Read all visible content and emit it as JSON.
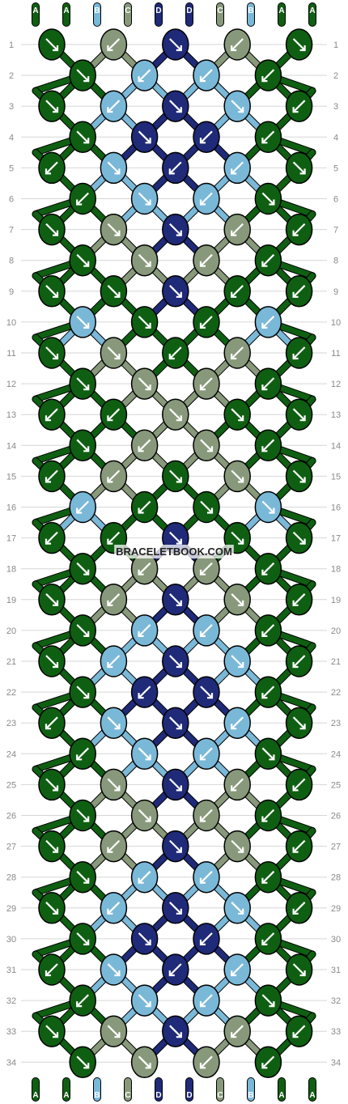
{
  "site": {
    "watermark": "BRACELETBOOK.COM"
  },
  "palette": {
    "A": "#0f5f12",
    "B": "#7ab8d8",
    "C": "#87997a",
    "D": "#1f2a78"
  },
  "strands": {
    "top": [
      "A",
      "A",
      "B",
      "C",
      "D",
      "D",
      "C",
      "B",
      "A",
      "A"
    ],
    "bottom": [
      "A",
      "A",
      "B",
      "C",
      "D",
      "D",
      "C",
      "B",
      "A",
      "A"
    ]
  },
  "rows": [
    {
      "num": "1",
      "knots": [
        [
          "A",
          "r"
        ],
        [
          "C",
          "l"
        ],
        [
          "D",
          "r"
        ],
        [
          "C",
          "l"
        ],
        [
          "A",
          "r"
        ]
      ]
    },
    {
      "num": "2",
      "knots": [
        [
          "A",
          "r"
        ],
        [
          "B",
          "l"
        ],
        [
          "B",
          "l"
        ],
        [
          "A",
          "l"
        ]
      ]
    },
    {
      "num": "3",
      "knots": [
        [
          "A",
          "r"
        ],
        [
          "B",
          "l"
        ],
        [
          "D",
          "r"
        ],
        [
          "B",
          "r"
        ],
        [
          "A",
          "l"
        ]
      ]
    },
    {
      "num": "4",
      "knots": [
        [
          "A",
          "r"
        ],
        [
          "D",
          "r"
        ],
        [
          "D",
          "l"
        ],
        [
          "A",
          "l"
        ]
      ]
    },
    {
      "num": "5",
      "knots": [
        [
          "A",
          "l"
        ],
        [
          "B",
          "r"
        ],
        [
          "D",
          "l"
        ],
        [
          "B",
          "l"
        ],
        [
          "A",
          "r"
        ]
      ]
    },
    {
      "num": "6",
      "knots": [
        [
          "A",
          "l"
        ],
        [
          "B",
          "r"
        ],
        [
          "B",
          "l"
        ],
        [
          "A",
          "r"
        ]
      ]
    },
    {
      "num": "7",
      "knots": [
        [
          "A",
          "r"
        ],
        [
          "C",
          "r"
        ],
        [
          "D",
          "r"
        ],
        [
          "C",
          "l"
        ],
        [
          "A",
          "l"
        ]
      ]
    },
    {
      "num": "8",
      "knots": [
        [
          "A",
          "r"
        ],
        [
          "C",
          "rl"
        ],
        [
          "C",
          "l"
        ],
        [
          "A",
          "l"
        ]
      ]
    },
    {
      "num": "9",
      "knots": [
        [
          "A",
          "rl"
        ],
        [
          "A",
          "r"
        ],
        [
          "D",
          "r"
        ],
        [
          "A",
          "l"
        ],
        [
          "A",
          "lr"
        ]
      ]
    },
    {
      "num": "10",
      "knots": [
        [
          "B",
          "rl"
        ],
        [
          "A",
          "r"
        ],
        [
          "A",
          "l"
        ],
        [
          "B",
          "lr"
        ]
      ]
    },
    {
      "num": "11",
      "knots": [
        [
          "A",
          "r"
        ],
        [
          "C",
          "r"
        ],
        [
          "A",
          "l"
        ],
        [
          "C",
          "l"
        ],
        [
          "A",
          "l"
        ]
      ]
    },
    {
      "num": "12",
      "knots": [
        [
          "A",
          "r"
        ],
        [
          "C",
          "r"
        ],
        [
          "C",
          "l"
        ],
        [
          "A",
          "l"
        ]
      ]
    },
    {
      "num": "13",
      "knots": [
        [
          "A",
          "l"
        ],
        [
          "A",
          "l"
        ],
        [
          "C",
          "r"
        ],
        [
          "A",
          "r"
        ],
        [
          "A",
          "r"
        ]
      ]
    },
    {
      "num": "14",
      "knots": [
        [
          "A",
          "r"
        ],
        [
          "C",
          "l"
        ],
        [
          "C",
          "r"
        ],
        [
          "A",
          "l"
        ]
      ]
    },
    {
      "num": "15",
      "knots": [
        [
          "A",
          "l"
        ],
        [
          "C",
          "l"
        ],
        [
          "A",
          "r"
        ],
        [
          "C",
          "r"
        ],
        [
          "A",
          "r"
        ]
      ]
    },
    {
      "num": "16",
      "knots": [
        [
          "B",
          "lr"
        ],
        [
          "A",
          "l"
        ],
        [
          "A",
          "r"
        ],
        [
          "B",
          "rl"
        ]
      ]
    },
    {
      "num": "17",
      "knots": [
        [
          "A",
          "lr"
        ],
        [
          "A",
          "l"
        ],
        [
          "D",
          "r"
        ],
        [
          "A",
          "r"
        ],
        [
          "A",
          "rl"
        ]
      ]
    },
    {
      "num": "18",
      "knots": [
        [
          "A",
          "r"
        ],
        [
          "C",
          "lr"
        ],
        [
          "C",
          "l"
        ],
        [
          "A",
          "l"
        ]
      ]
    },
    {
      "num": "19",
      "knots": [
        [
          "A",
          "r"
        ],
        [
          "C",
          "l"
        ],
        [
          "D",
          "r"
        ],
        [
          "C",
          "r"
        ],
        [
          "A",
          "l"
        ]
      ]
    },
    {
      "num": "20",
      "knots": [
        [
          "A",
          "r"
        ],
        [
          "B",
          "l"
        ],
        [
          "B",
          "l"
        ],
        [
          "A",
          "l"
        ]
      ]
    },
    {
      "num": "21",
      "knots": [
        [
          "A",
          "r"
        ],
        [
          "B",
          "l"
        ],
        [
          "D",
          "r"
        ],
        [
          "B",
          "r"
        ],
        [
          "A",
          "l"
        ]
      ]
    },
    {
      "num": "22",
      "knots": [
        [
          "A",
          "r"
        ],
        [
          "D",
          "l"
        ],
        [
          "D",
          "r"
        ],
        [
          "A",
          "l"
        ]
      ]
    },
    {
      "num": "23",
      "knots": [
        [
          "A",
          "l"
        ],
        [
          "B",
          "r"
        ],
        [
          "D",
          "r"
        ],
        [
          "B",
          "l"
        ],
        [
          "A",
          "r"
        ]
      ]
    },
    {
      "num": "24",
      "knots": [
        [
          "A",
          "l"
        ],
        [
          "B",
          "r"
        ],
        [
          "B",
          "l"
        ],
        [
          "A",
          "r"
        ]
      ]
    },
    {
      "num": "25",
      "knots": [
        [
          "A",
          "r"
        ],
        [
          "C",
          "r"
        ],
        [
          "D",
          "r"
        ],
        [
          "C",
          "l"
        ],
        [
          "A",
          "l"
        ]
      ]
    },
    {
      "num": "26",
      "knots": [
        [
          "A",
          "r"
        ],
        [
          "C",
          "r"
        ],
        [
          "C",
          "l"
        ],
        [
          "A",
          "l"
        ]
      ]
    },
    {
      "num": "27",
      "knots": [
        [
          "A",
          "r"
        ],
        [
          "C",
          "l"
        ],
        [
          "D",
          "r"
        ],
        [
          "C",
          "r"
        ],
        [
          "A",
          "l"
        ]
      ]
    },
    {
      "num": "28",
      "knots": [
        [
          "A",
          "r"
        ],
        [
          "B",
          "l"
        ],
        [
          "B",
          "l"
        ],
        [
          "A",
          "l"
        ]
      ]
    },
    {
      "num": "29",
      "knots": [
        [
          "A",
          "r"
        ],
        [
          "B",
          "l"
        ],
        [
          "D",
          "r"
        ],
        [
          "B",
          "r"
        ],
        [
          "A",
          "l"
        ]
      ]
    },
    {
      "num": "30",
      "knots": [
        [
          "A",
          "r"
        ],
        [
          "D",
          "r"
        ],
        [
          "D",
          "l"
        ],
        [
          "A",
          "l"
        ]
      ]
    },
    {
      "num": "31",
      "knots": [
        [
          "A",
          "l"
        ],
        [
          "B",
          "r"
        ],
        [
          "D",
          "l"
        ],
        [
          "B",
          "l"
        ],
        [
          "A",
          "r"
        ]
      ]
    },
    {
      "num": "32",
      "knots": [
        [
          "A",
          "l"
        ],
        [
          "B",
          "r"
        ],
        [
          "B",
          "l"
        ],
        [
          "A",
          "r"
        ]
      ]
    },
    {
      "num": "33",
      "knots": [
        [
          "A",
          "r"
        ],
        [
          "C",
          "r"
        ],
        [
          "D",
          "r"
        ],
        [
          "C",
          "l"
        ],
        [
          "A",
          "l"
        ]
      ]
    },
    {
      "num": "34",
      "knots": [
        [
          "A",
          "r"
        ],
        [
          "C",
          "r"
        ],
        [
          "C",
          "l"
        ],
        [
          "A",
          "l"
        ]
      ]
    }
  ]
}
